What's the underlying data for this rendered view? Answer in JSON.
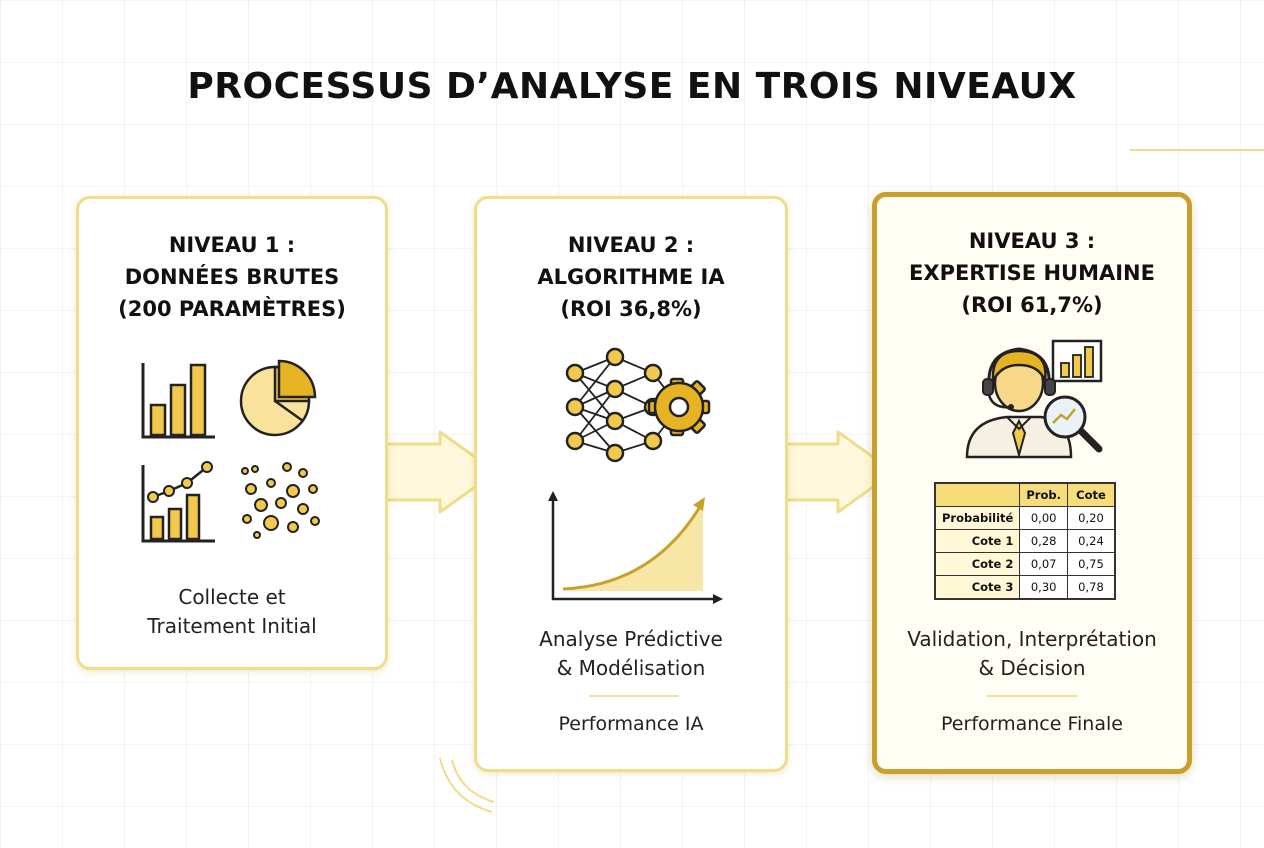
{
  "title": "PROCESSUS D’ANALYSE EN TROIS NIVEAUX",
  "levels": [
    {
      "title_lines": [
        "NIVEAU 1 :",
        "DONNÉES BRUTES",
        "(200 PARAMÈTRES)"
      ],
      "caption_lines": [
        "Collecte et",
        "Traitement Initial"
      ],
      "icons": [
        "bar-chart-icon",
        "pie-chart-icon",
        "line-bar-chart-icon",
        "scatter-dots-icon"
      ]
    },
    {
      "title_lines": [
        "NIVEAU 2 :",
        "ALGORITHME IA",
        "(ROI 36,8%)"
      ],
      "caption_lines": [
        "Analyse Prédictive",
        "& Modélisation"
      ],
      "performance": "Performance IA",
      "icons": [
        "neural-network-gear-icon",
        "growth-curve-icon"
      ]
    },
    {
      "title_lines": [
        "NIVEAU 3 :",
        "EXPERTISE HUMAINE",
        "(ROI 61,7%)"
      ],
      "caption_lines": [
        "Validation, Interprétation",
        "& Décision"
      ],
      "performance": "Performance Finale",
      "icons": [
        "expert-analyst-icon",
        "magnifier-icon"
      ],
      "table": {
        "headers": [
          "",
          "Prob.",
          "Cote"
        ],
        "rows": [
          {
            "label": "Probabilité",
            "values": [
              "0,00",
              "0,20"
            ]
          },
          {
            "label": "Cote 1",
            "values": [
              "0,28",
              "0,24"
            ]
          },
          {
            "label": "Cote 2",
            "values": [
              "0,07",
              "0,75"
            ]
          },
          {
            "label": "Cote 3",
            "values": [
              "0,30",
              "0,78"
            ]
          }
        ]
      }
    }
  ],
  "colors": {
    "accent": "#f2c94c",
    "accent_dark": "#c7a12b",
    "border_light": "#f1dc8a",
    "outline": "#222222"
  }
}
